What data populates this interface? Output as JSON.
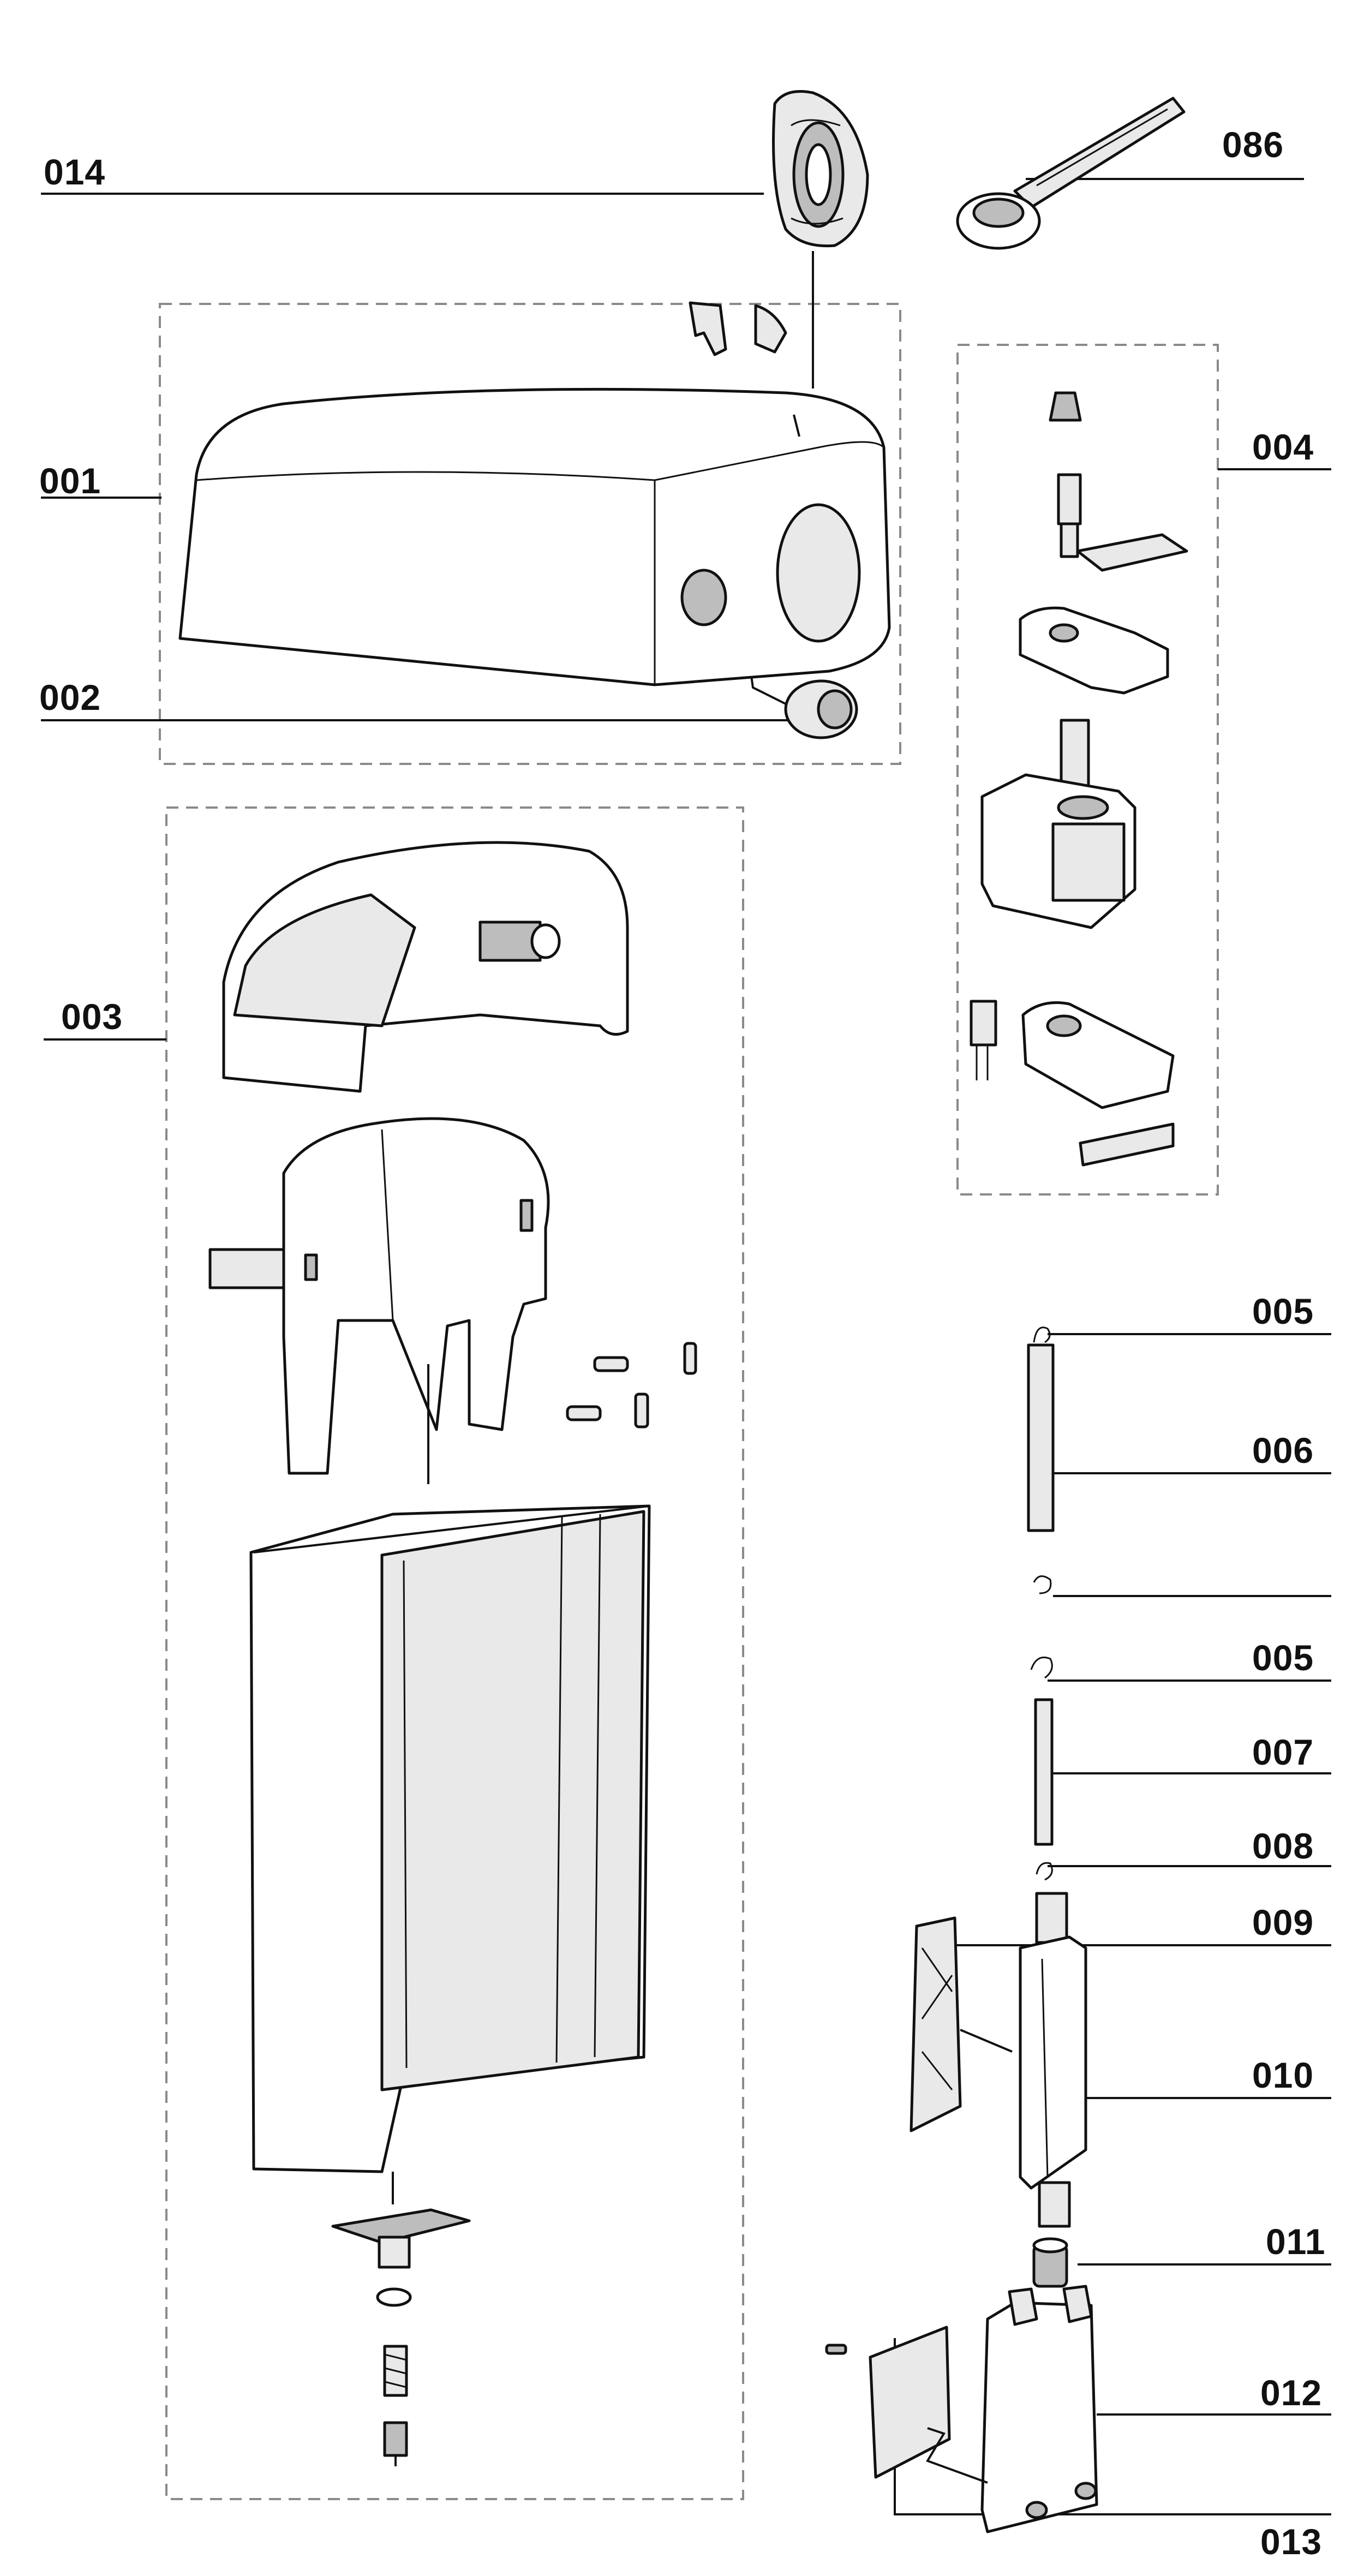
{
  "labels": {
    "l014": "014",
    "l086": "086",
    "l001": "001",
    "l004": "004",
    "l002": "002",
    "l003": "003",
    "l005a": "005",
    "l006": "006",
    "l005b": "005",
    "l007": "007",
    "l008": "008",
    "l009": "009",
    "l010": "010",
    "l011": "011",
    "l012": "012",
    "l013": "013"
  }
}
